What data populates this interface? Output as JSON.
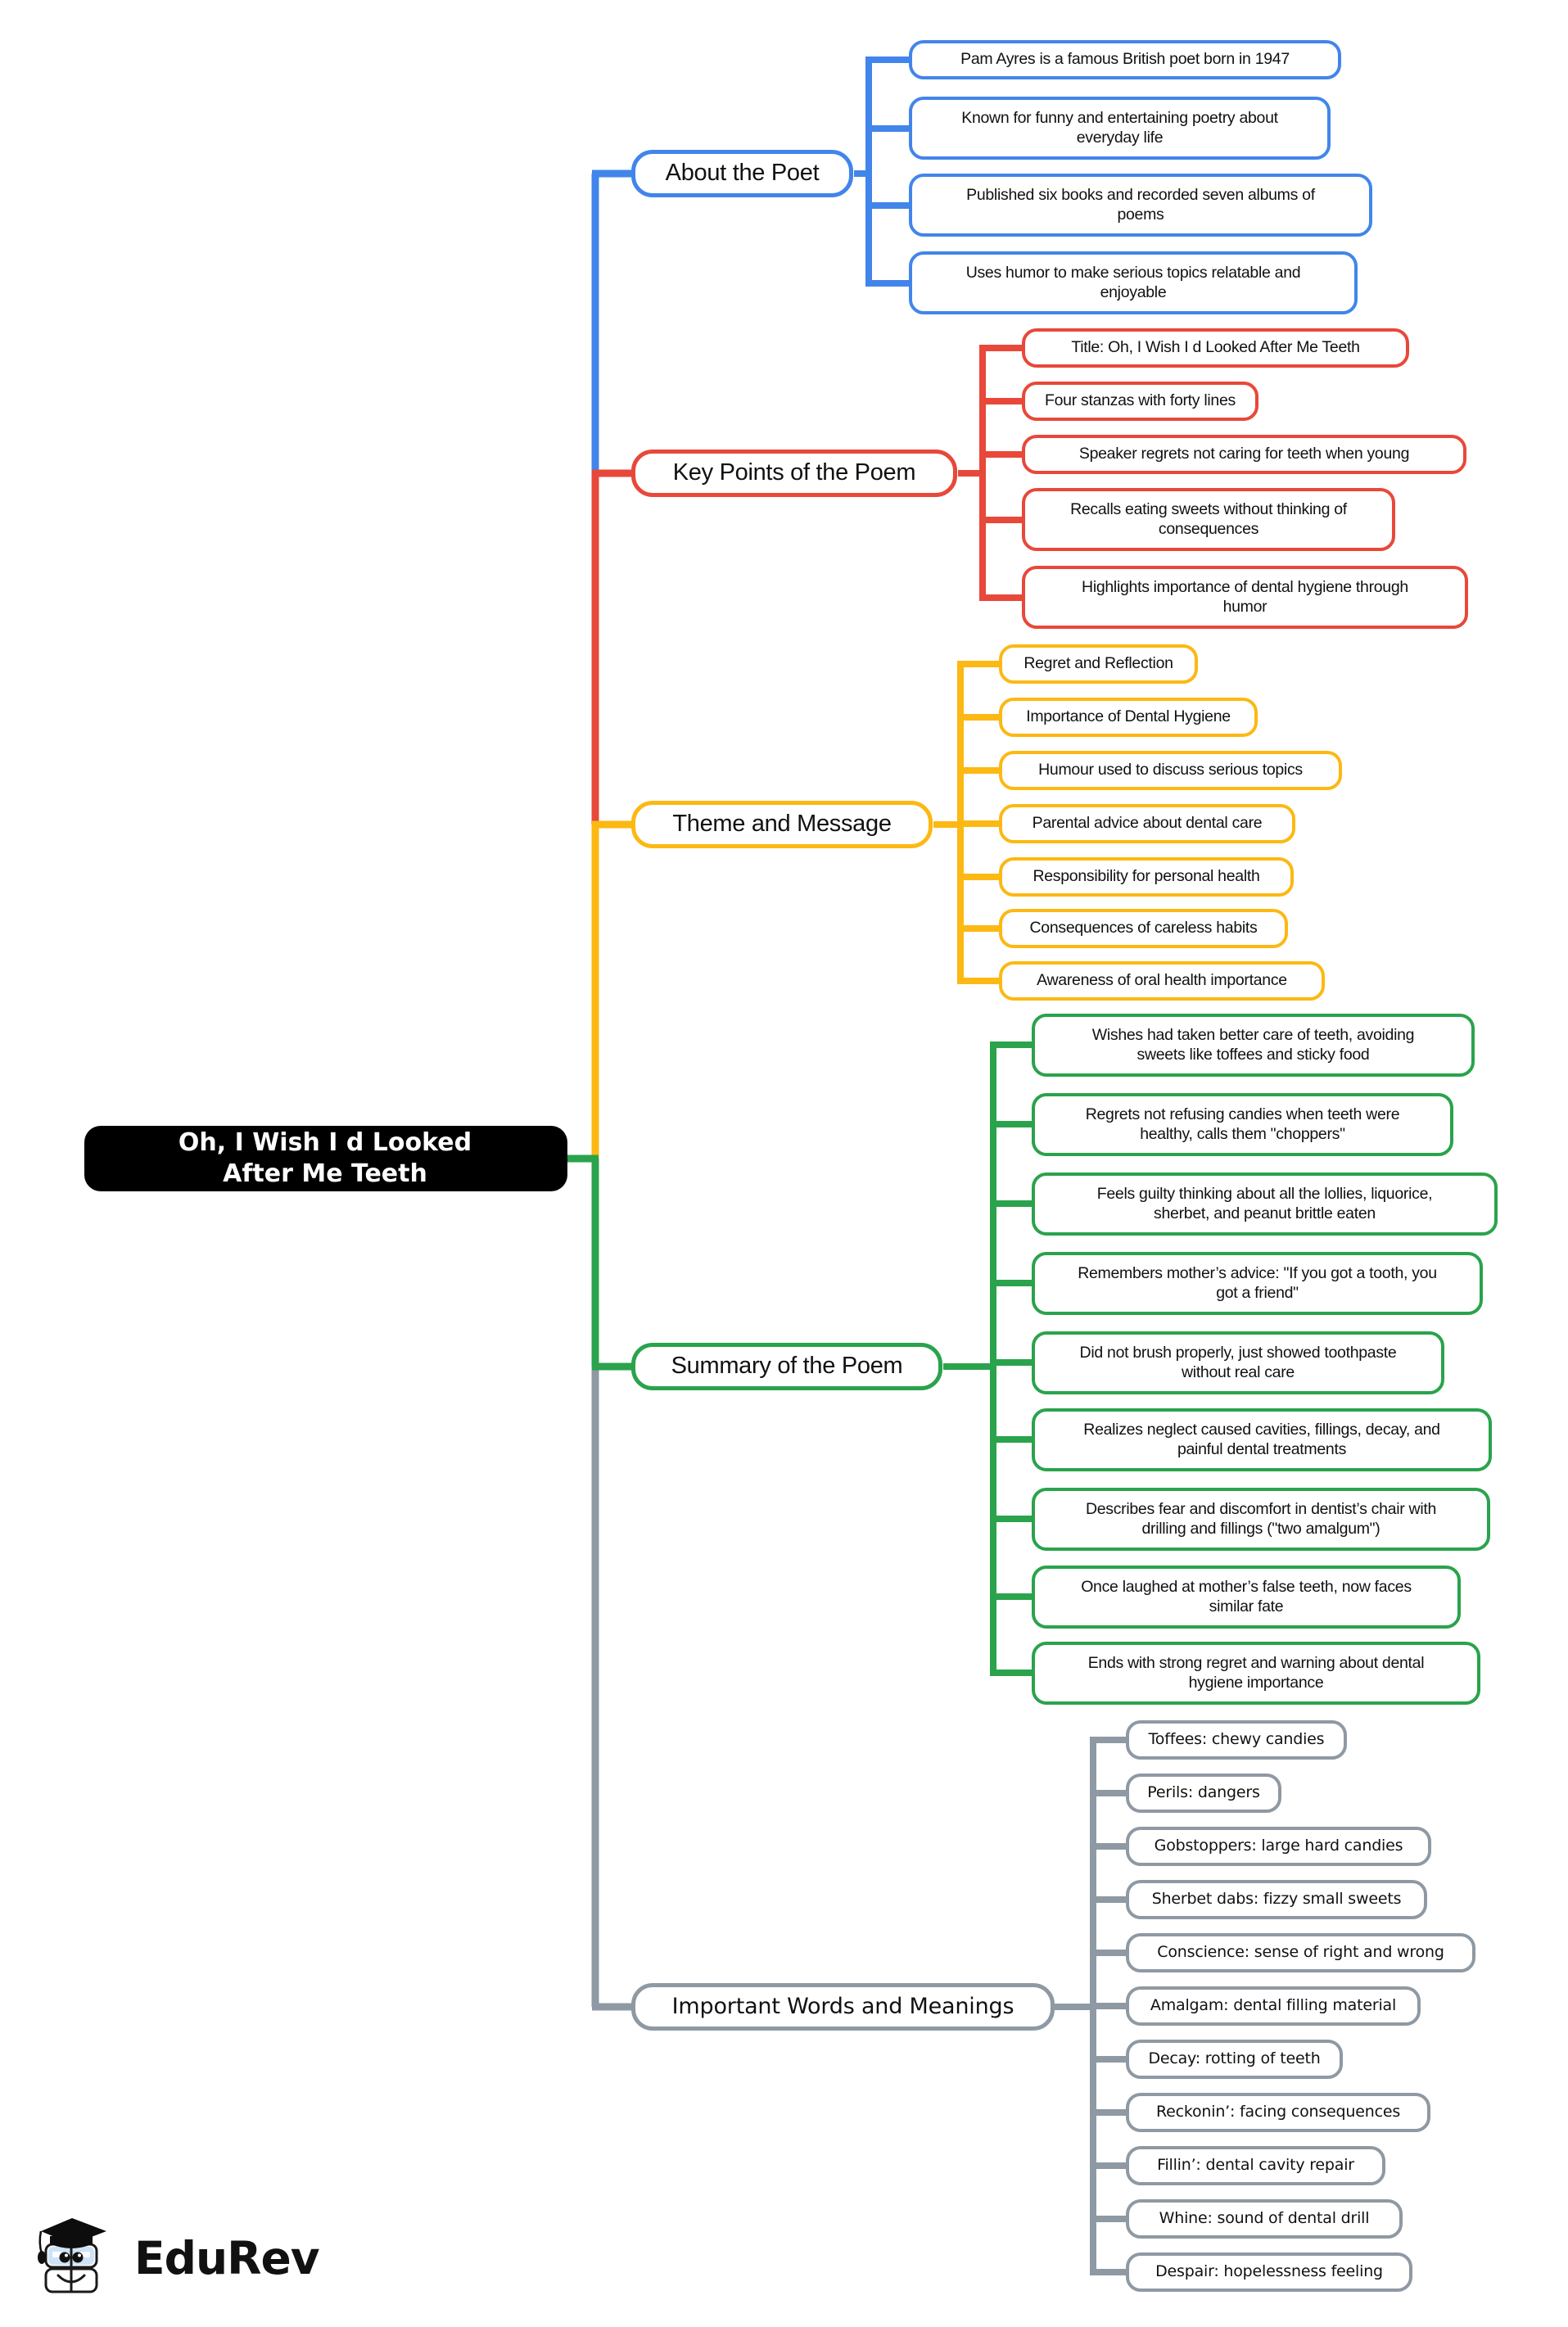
{
  "root": {
    "title": "Oh, I Wish I d Looked After Me Teeth"
  },
  "colors": {
    "blue": "#4285ea",
    "red": "#e8483a",
    "orange": "#fcb813",
    "green": "#2aa34c",
    "gray": "#8e99a3",
    "root_background": "#000000",
    "root_text": "#ffffff",
    "canvas": "#ffffff"
  },
  "branches": [
    {
      "id": "about-the-poet",
      "label": "About the Poet",
      "color": "#4285ea",
      "children": [
        "Pam Ayres is a famous British poet born in 1947",
        "Known for funny and entertaining poetry about\neveryday life",
        "Published six books and recorded seven albums of\npoems",
        "Uses humor to make serious topics relatable and\nenjoyable"
      ]
    },
    {
      "id": "key-points-of-the-poem",
      "label": "Key Points of the Poem",
      "color": "#e8483a",
      "children": [
        "Title: Oh, I Wish I d Looked After Me Teeth",
        "Four stanzas with forty lines",
        "Speaker regrets not caring for teeth when young",
        "Recalls eating sweets without thinking of\nconsequences",
        "Highlights importance of dental hygiene through\nhumor"
      ]
    },
    {
      "id": "theme-and-message",
      "label": "Theme and Message",
      "color": "#fcb813",
      "children": [
        "Regret and Reflection",
        "Importance of Dental Hygiene",
        "Humour used to discuss serious topics",
        "Parental advice about dental care",
        "Responsibility for personal health",
        "Consequences of careless habits",
        "Awareness of oral health importance"
      ]
    },
    {
      "id": "summary-of-the-poem",
      "label": "Summary of the Poem",
      "color": "#2aa34c",
      "children": [
        "Wishes had taken better care of teeth, avoiding\nsweets like toffees and sticky food",
        "Regrets not refusing candies when teeth were\nhealthy, calls them \"choppers\"",
        "Feels guilty thinking about all the lollies, liquorice,\nsherbet, and peanut brittle eaten",
        "Remembers mother’s advice: \"If you got a tooth, you\ngot a friend\"",
        "Did not brush properly, just showed toothpaste\nwithout real care",
        "Realizes neglect caused cavities, fillings, decay, and\npainful dental treatments",
        "Describes fear and discomfort in dentist’s chair with\ndrilling and fillings (\"two amalgum\")",
        "Once laughed at mother’s false teeth, now faces\nsimilar fate",
        "Ends with strong regret and warning about dental\nhygiene importance"
      ]
    },
    {
      "id": "important-words-and-meanings",
      "label": "Important Words and Meanings",
      "color": "#8e99a3",
      "children": [
        "Toffees: chewy candies",
        "Perils: dangers",
        "Gobstoppers: large hard candies",
        "Sherbet dabs: fizzy small sweets",
        "Conscience: sense of right and wrong",
        "Amalgam: dental filling material",
        "Decay: rotting of teeth",
        "Reckonin’: facing consequences",
        "Fillin’: dental cavity repair",
        "Whine: sound of dental drill",
        "Despair: hopelessness feeling"
      ]
    }
  ],
  "branding": {
    "name": "EduRev",
    "logo_icon": "graduation-cap-book-mascot-icon"
  }
}
